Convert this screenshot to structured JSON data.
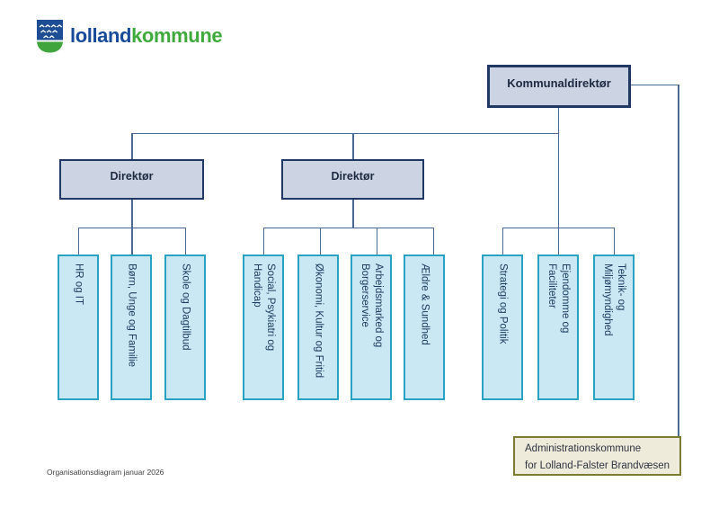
{
  "logo": {
    "word_blue": "lolland",
    "word_green": "kommune",
    "crest_icon": "lolland-municipality-crest",
    "color_blue": "#174a9b",
    "color_green": "#3faa3c"
  },
  "org": {
    "root": {
      "label": "Kommunaldirektør"
    },
    "directors": [
      {
        "label": "Direktør"
      },
      {
        "label": "Direktør"
      }
    ],
    "departments": {
      "group1": [
        "HR og IT",
        "Børn, Unge og Familie",
        "Skole og Dagtilbud"
      ],
      "group2": [
        "Social, Psykiatri og\nHandicap",
        "Økonomi, Kultur og Fritid",
        "Arbejdsmarked og\nBorgerservice",
        "Ældre & Sundhed"
      ],
      "group3": [
        "Strategi og Politik",
        "Ejendomme og\nFaciliteter",
        "Teknik- og\nMiljømyndighed"
      ]
    },
    "note_box": {
      "line1": "Administrationskommune",
      "line2": "for Lolland-Falster Brandvæsen"
    }
  },
  "footer": {
    "caption": "Organisationsdiagram januar 2026"
  },
  "colors": {
    "executive_fill": "#ccd4e3",
    "executive_border": "#1f3864",
    "department_fill": "#c9e8f3",
    "department_border": "#29a2c4",
    "note_fill": "#eeebdb",
    "note_border": "#7d7a32",
    "connector": "#4a6a94",
    "crest_blue": "#1d4e95",
    "crest_green": "#3fa43c"
  }
}
